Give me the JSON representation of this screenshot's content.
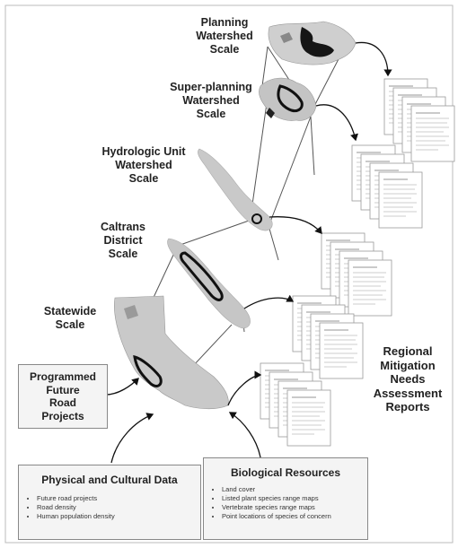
{
  "scales": {
    "planning": "Planning\nWatershed\nScale",
    "super_planning": "Super-planning\nWatershed\nScale",
    "hydrologic": "Hydrologic Unit\nWatershed\nScale",
    "caltrans": "Caltrans\nDistrict\nScale",
    "statewide": "Statewide\nScale"
  },
  "regional_reports": "Regional\nMitigation\nNeeds\nAssessment\nReports",
  "programmed_projects": "Programmed\nFuture\nRoad\nProjects",
  "physical_cultural": {
    "title": "Physical and Cultural Data",
    "items": [
      "Future road projects",
      "Road density",
      "Human population density"
    ]
  },
  "biological": {
    "title": "Biological Resources",
    "items": [
      "Land cover",
      "Listed plant species range maps",
      "Vertebrate species range maps",
      "Point locations of species of concern"
    ]
  },
  "colors": {
    "map_fill": "#c9c9c9",
    "map_dark": "#1a1a1a",
    "line": "#555555",
    "report_line": "#bbbbbb"
  }
}
